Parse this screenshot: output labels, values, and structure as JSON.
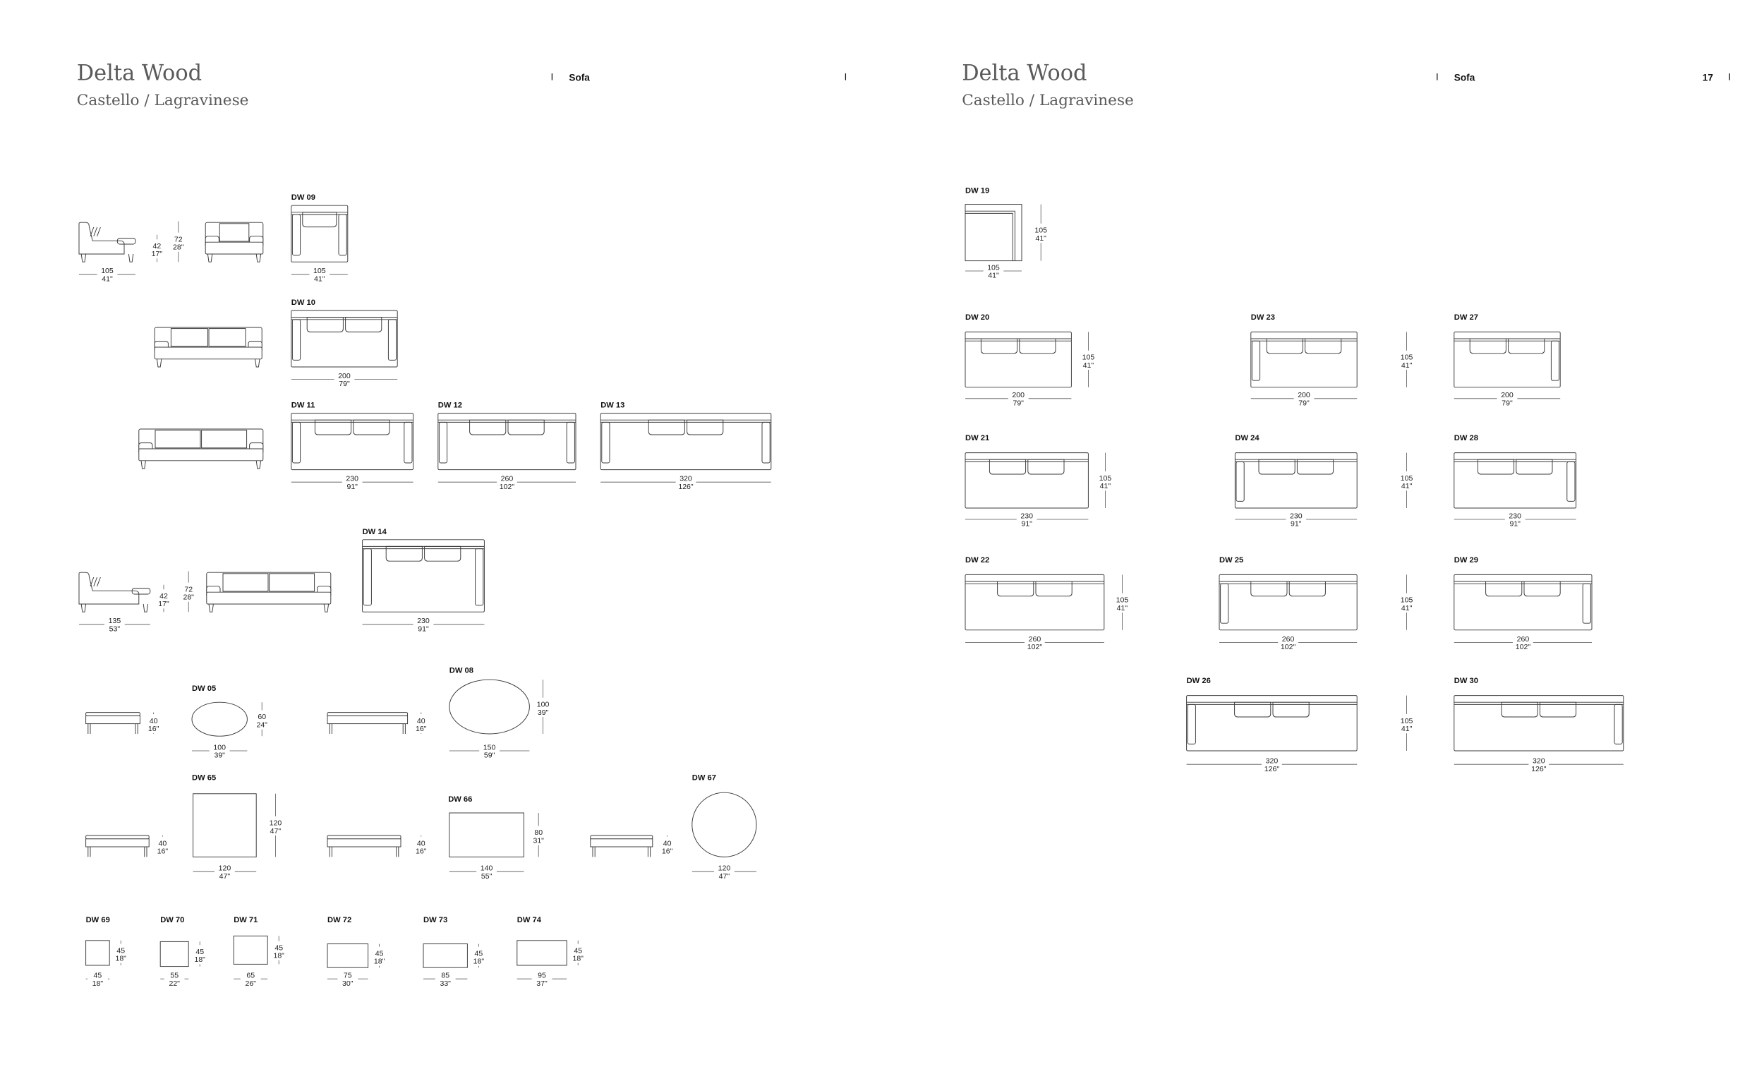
{
  "pages": [
    {
      "title": "Delta Wood",
      "subtitle": "Castello / Lagravinese",
      "section": "Sofa"
    },
    {
      "title": "Delta Wood",
      "subtitle": "Castello / Lagravinese",
      "section": "Sofa",
      "page_number": "17"
    }
  ],
  "elevation_dims": {
    "armchair_depth": {
      "cm": "105",
      "in": "41\""
    },
    "seat_height": {
      "cm": "42",
      "in": "17\""
    },
    "back_height": {
      "cm": "72",
      "in": "28\""
    },
    "chaise_depth": {
      "cm": "135",
      "in": "53\""
    },
    "seat_height_2": {
      "cm": "42",
      "in": "17\""
    },
    "back_height_2": {
      "cm": "72",
      "in": "28\""
    },
    "ottoman_height_1": {
      "cm": "40",
      "in": "16\""
    },
    "ottoman_height_2": {
      "cm": "40",
      "in": "16\""
    },
    "ottoman_height_3": {
      "cm": "40",
      "in": "16\""
    },
    "ottoman_height_4": {
      "cm": "40",
      "in": "16\""
    },
    "ottoman_height_5": {
      "cm": "40",
      "in": "16\""
    }
  },
  "models": {
    "DW09": {
      "code": "DW 09",
      "w": {
        "cm": "105",
        "in": "41\""
      }
    },
    "DW10": {
      "code": "DW 10",
      "w": {
        "cm": "200",
        "in": "79\""
      }
    },
    "DW11": {
      "code": "DW 11",
      "w": {
        "cm": "230",
        "in": "91\""
      }
    },
    "DW12": {
      "code": "DW 12",
      "w": {
        "cm": "260",
        "in": "102\""
      }
    },
    "DW13": {
      "code": "DW 13",
      "w": {
        "cm": "320",
        "in": "126\""
      }
    },
    "DW14": {
      "code": "DW 14",
      "w": {
        "cm": "230",
        "in": "91\""
      }
    },
    "DW05": {
      "code": "DW 05",
      "w": {
        "cm": "100",
        "in": "39\""
      },
      "h": {
        "cm": "60",
        "in": "24\""
      }
    },
    "DW08": {
      "code": "DW  08",
      "w": {
        "cm": "150",
        "in": "59\""
      },
      "h": {
        "cm": "100",
        "in": "39\""
      }
    },
    "DW65": {
      "code": "DW 65",
      "w": {
        "cm": "120",
        "in": "47\""
      },
      "h": {
        "cm": "120",
        "in": "47\""
      }
    },
    "DW66": {
      "code": "DW 66",
      "w": {
        "cm": "140",
        "in": "55\""
      },
      "h": {
        "cm": "80",
        "in": "31\""
      }
    },
    "DW67": {
      "code": "DW 67",
      "w": {
        "cm": "120",
        "in": "47\""
      }
    },
    "DW69": {
      "code": "DW 69",
      "w": {
        "cm": "45",
        "in": "18\""
      },
      "h": {
        "cm": "45",
        "in": "18\""
      }
    },
    "DW70": {
      "code": "DW 70",
      "w": {
        "cm": "55",
        "in": "22\""
      },
      "h": {
        "cm": "45",
        "in": "18\""
      }
    },
    "DW71": {
      "code": "DW 71",
      "w": {
        "cm": "65",
        "in": "26\""
      },
      "h": {
        "cm": "45",
        "in": "18\""
      }
    },
    "DW72": {
      "code": "DW 72",
      "w": {
        "cm": "75",
        "in": "30\""
      },
      "h": {
        "cm": "45",
        "in": "18\""
      }
    },
    "DW73": {
      "code": "DW 73",
      "w": {
        "cm": "85",
        "in": "33\""
      },
      "h": {
        "cm": "45",
        "in": "18\""
      }
    },
    "DW74": {
      "code": "DW 74",
      "w": {
        "cm": "95",
        "in": "37\""
      },
      "h": {
        "cm": "45",
        "in": "18\""
      }
    },
    "DW19": {
      "code": "DW 19",
      "w": {
        "cm": "105",
        "in": "41\""
      },
      "h": {
        "cm": "105",
        "in": "41\""
      }
    },
    "DW20": {
      "code": "DW 20",
      "w": {
        "cm": "200",
        "in": "79\""
      },
      "h": {
        "cm": "105",
        "in": "41\""
      }
    },
    "DW23": {
      "code": "DW 23",
      "w": {
        "cm": "200",
        "in": "79\""
      },
      "h": {
        "cm": "105",
        "in": "41\""
      }
    },
    "DW27": {
      "code": "DW 27",
      "w": {
        "cm": "200",
        "in": "79\""
      }
    },
    "DW21": {
      "code": "DW 21",
      "w": {
        "cm": "230",
        "in": "91\""
      },
      "h": {
        "cm": "105",
        "in": "41\""
      }
    },
    "DW24": {
      "code": "DW 24",
      "w": {
        "cm": "230",
        "in": "91\""
      },
      "h": {
        "cm": "105",
        "in": "41\""
      }
    },
    "DW28": {
      "code": "DW 28",
      "w": {
        "cm": "230",
        "in": "91\""
      }
    },
    "DW22": {
      "code": "DW 22",
      "w": {
        "cm": "260",
        "in": "102\""
      },
      "h": {
        "cm": "105",
        "in": "41\""
      }
    },
    "DW25": {
      "code": "DW 25",
      "w": {
        "cm": "260",
        "in": "102\""
      },
      "h": {
        "cm": "105",
        "in": "41\""
      }
    },
    "DW29": {
      "code": "DW 29",
      "w": {
        "cm": "260",
        "in": "102\""
      }
    },
    "DW26": {
      "code": "DW 26",
      "w": {
        "cm": "320",
        "in": "126\""
      },
      "h": {
        "cm": "105",
        "in": "41\""
      }
    },
    "DW30": {
      "code": "DW  30",
      "w": {
        "cm": "320",
        "in": "126\""
      }
    }
  }
}
